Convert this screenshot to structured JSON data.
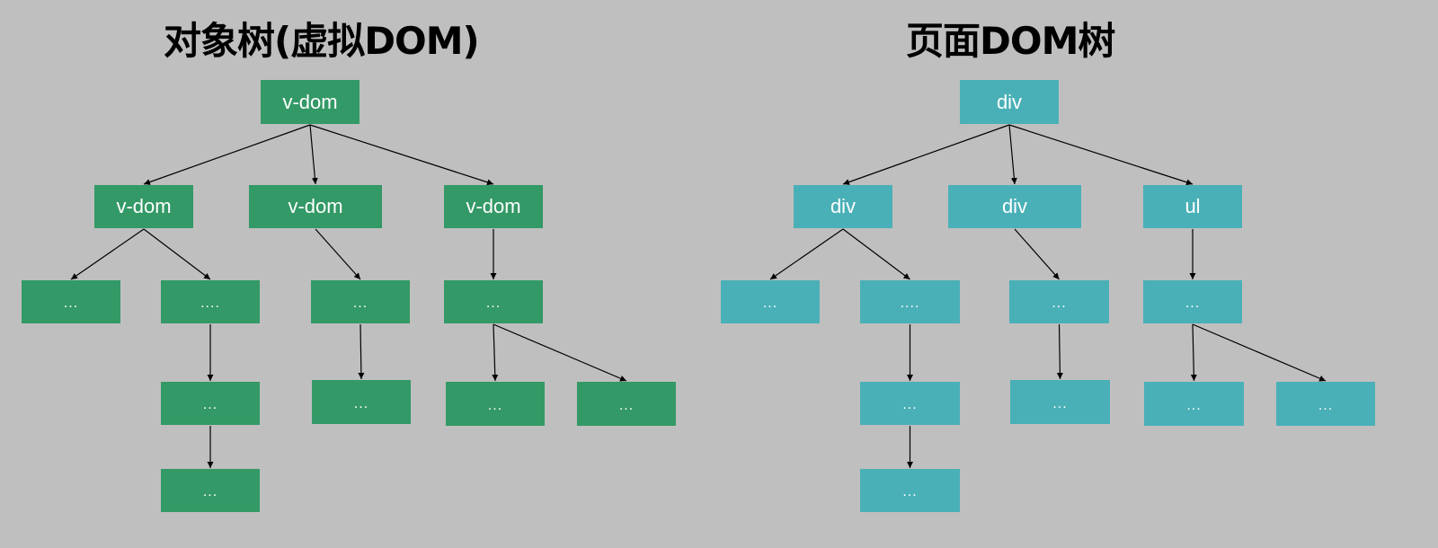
{
  "titles": {
    "left": "对象树(虚拟DOM)",
    "right": "页面DOM树"
  },
  "colors": {
    "background": "#bfbfbf",
    "virtual_node": "#339966",
    "real_node": "#4ab0b7",
    "edge": "#000000",
    "label": "#ffffff"
  },
  "trees": {
    "virtual": {
      "color": "virtual_node",
      "nodes": [
        {
          "id": "v0",
          "label": "v-dom",
          "parent": null
        },
        {
          "id": "v1",
          "label": "v-dom",
          "parent": "v0"
        },
        {
          "id": "v2",
          "label": "v-dom",
          "parent": "v0"
        },
        {
          "id": "v3",
          "label": "v-dom",
          "parent": "v0"
        },
        {
          "id": "v4",
          "label": "...",
          "parent": "v1"
        },
        {
          "id": "v5",
          "label": "....",
          "parent": "v1"
        },
        {
          "id": "v6",
          "label": "...",
          "parent": "v2"
        },
        {
          "id": "v7",
          "label": "...",
          "parent": "v3"
        },
        {
          "id": "v8",
          "label": "...",
          "parent": "v5"
        },
        {
          "id": "v9",
          "label": "...",
          "parent": "v6"
        },
        {
          "id": "v10",
          "label": "...",
          "parent": "v7"
        },
        {
          "id": "v11",
          "label": "...",
          "parent": "v7"
        },
        {
          "id": "v12",
          "label": "...",
          "parent": "v8"
        }
      ]
    },
    "real": {
      "color": "real_node",
      "nodes": [
        {
          "id": "r0",
          "label": "div",
          "parent": null
        },
        {
          "id": "r1",
          "label": "div",
          "parent": "r0"
        },
        {
          "id": "r2",
          "label": "div",
          "parent": "r0"
        },
        {
          "id": "r3",
          "label": "ul",
          "parent": "r0"
        },
        {
          "id": "r4",
          "label": "...",
          "parent": "r1"
        },
        {
          "id": "r5",
          "label": "....",
          "parent": "r1"
        },
        {
          "id": "r6",
          "label": "...",
          "parent": "r2"
        },
        {
          "id": "r7",
          "label": "...",
          "parent": "r3"
        },
        {
          "id": "r8",
          "label": "...",
          "parent": "r5"
        },
        {
          "id": "r9",
          "label": "...",
          "parent": "r6"
        },
        {
          "id": "r10",
          "label": "...",
          "parent": "r7"
        },
        {
          "id": "r11",
          "label": "...",
          "parent": "r7"
        },
        {
          "id": "r12",
          "label": "...",
          "parent": "r8"
        }
      ]
    }
  }
}
